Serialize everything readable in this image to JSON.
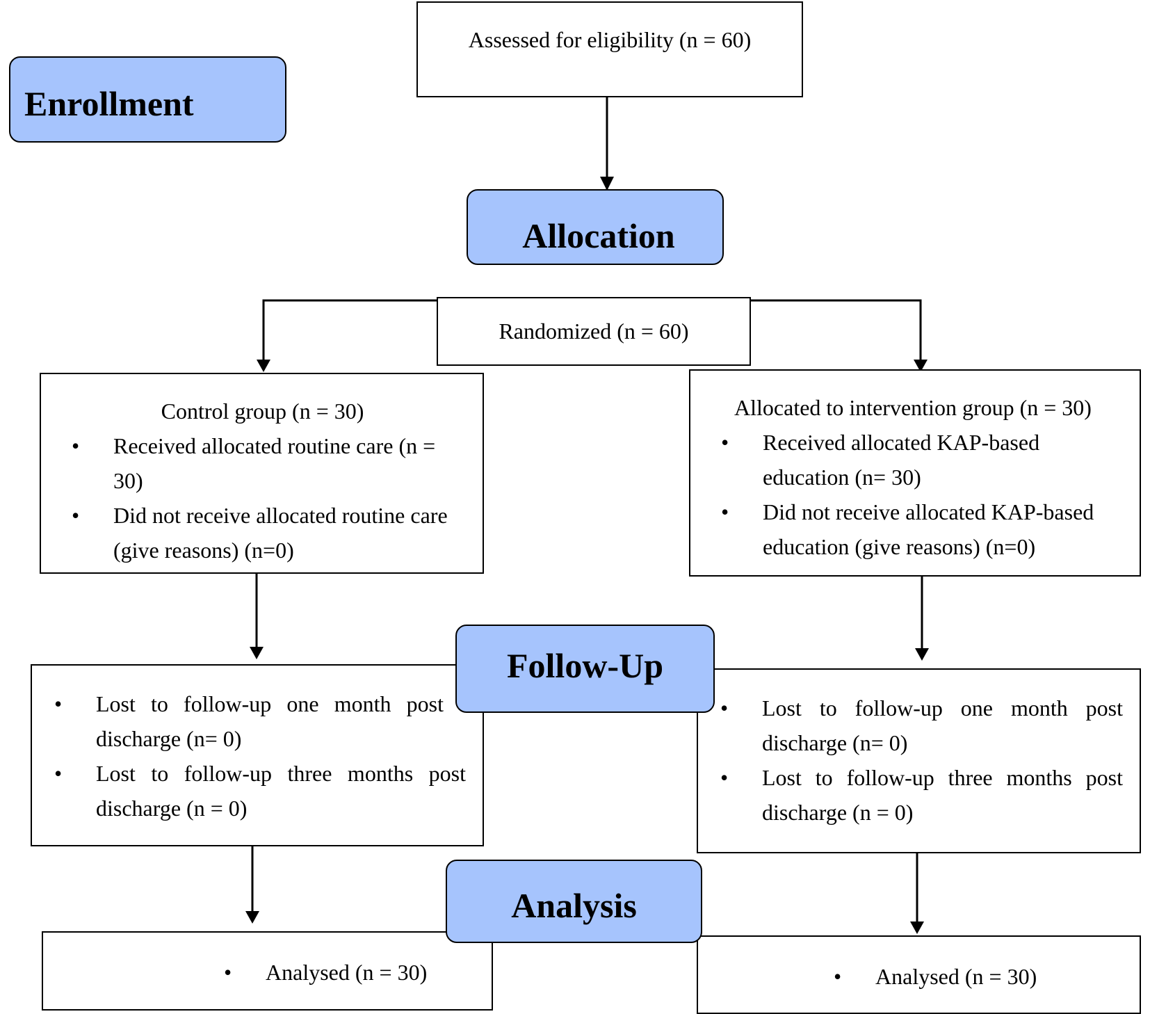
{
  "stages": {
    "enrollment": "Enrollment",
    "allocation": "Allocation",
    "follow_up": "Follow-Up",
    "analysis": "Analysis"
  },
  "assessed": "Assessed for eligibility (n = 60)",
  "randomized": "Randomized (n = 60)",
  "control": {
    "title": "Control group (n = 30)",
    "items": [
      "Received allocated routine care (n = 30)",
      "Did not receive allocated routine care (give reasons) (n=0)"
    ],
    "follow_up": [
      "Lost to follow-up one month post discharge (n= 0)",
      "Lost to follow-up three months post discharge (n = 0)"
    ],
    "analysis": "Analysed (n = 30)"
  },
  "intervention": {
    "title": "Allocated to intervention group (n = 30)",
    "items": [
      "Received allocated KAP-based education (n= 30)",
      "Did not receive allocated KAP-based education (give reasons) (n=0)"
    ],
    "follow_up": [
      "Lost to follow-up one month post discharge (n= 0)",
      "Lost to follow-up three months post discharge (n = 0)"
    ],
    "analysis": "Analysed (n = 30)"
  }
}
